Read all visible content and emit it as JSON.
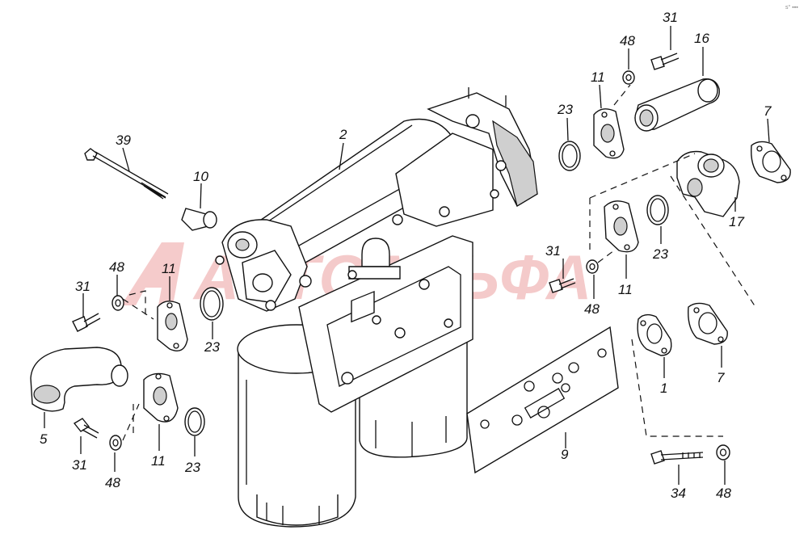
{
  "watermark": {
    "text": "АВТОАЛЬФА"
  },
  "corner_note": "s° ▪▪▪",
  "callouts": [
    {
      "id": "c2",
      "text": "2"
    },
    {
      "id": "c39",
      "text": "39"
    },
    {
      "id": "c10",
      "text": "10"
    },
    {
      "id": "c31a",
      "text": "31"
    },
    {
      "id": "c48a",
      "text": "48"
    },
    {
      "id": "c11a",
      "text": "11"
    },
    {
      "id": "c23a",
      "text": "23"
    },
    {
      "id": "c5",
      "text": "5"
    },
    {
      "id": "c31b",
      "text": "31"
    },
    {
      "id": "c48b",
      "text": "48"
    },
    {
      "id": "c11b",
      "text": "11"
    },
    {
      "id": "c23b",
      "text": "23"
    },
    {
      "id": "c31c",
      "text": "31"
    },
    {
      "id": "c48c",
      "text": "48"
    },
    {
      "id": "c16",
      "text": "16"
    },
    {
      "id": "c11c",
      "text": "11"
    },
    {
      "id": "c23c",
      "text": "23"
    },
    {
      "id": "c7a",
      "text": "7"
    },
    {
      "id": "c17",
      "text": "17"
    },
    {
      "id": "c23d",
      "text": "23"
    },
    {
      "id": "c31d",
      "text": "31"
    },
    {
      "id": "c11d",
      "text": "11"
    },
    {
      "id": "c48d",
      "text": "48"
    },
    {
      "id": "c1",
      "text": "1"
    },
    {
      "id": "c7b",
      "text": "7"
    },
    {
      "id": "c9",
      "text": "9"
    },
    {
      "id": "c34",
      "text": "34"
    },
    {
      "id": "c48e",
      "text": "48"
    }
  ]
}
